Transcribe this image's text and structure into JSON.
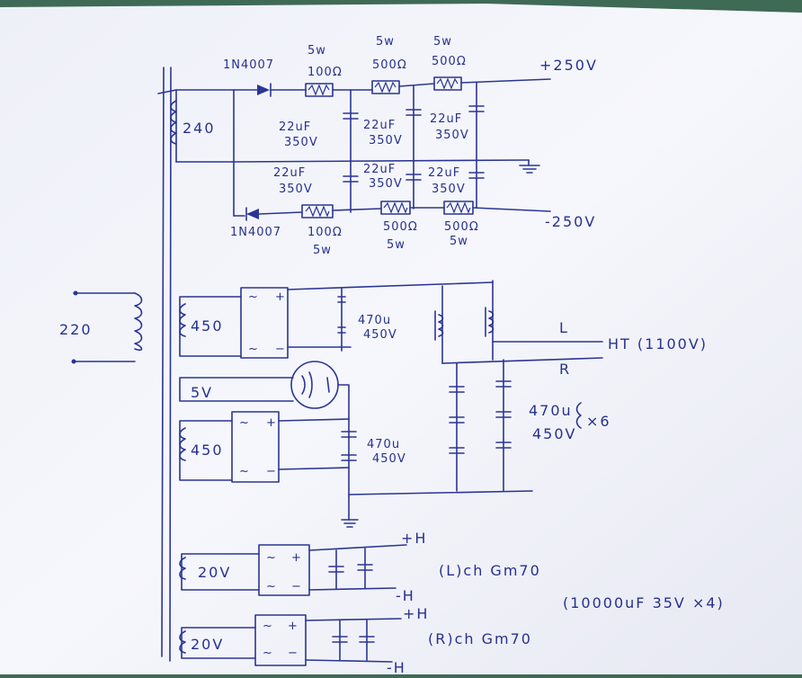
{
  "hv_section": {
    "diode_top": "1N4007",
    "diode_bottom": "1N4007",
    "power_top": [
      "5w",
      "5w",
      "5w"
    ],
    "power_bottom": [
      "5w",
      "5w",
      "5w"
    ],
    "res_top": [
      "100Ω",
      "500Ω",
      "500Ω"
    ],
    "res_bottom": [
      "100Ω",
      "500Ω",
      "500Ω"
    ],
    "out_pos": "+250V",
    "out_neg": "-250V",
    "winding": "240",
    "cap_top": [
      "22uF",
      "350V",
      "22uF",
      "350V",
      "22uF",
      "350V"
    ],
    "cap_bottom": [
      "22uF",
      "350V",
      "22uF",
      "350V",
      "22uF",
      "350V"
    ]
  },
  "primary": {
    "label": "220"
  },
  "ht_section": {
    "winding_1": "450",
    "winding_heater": "5V",
    "winding_2": "450",
    "cap_1": [
      "470u",
      "450V"
    ],
    "cap_2": [
      "470u",
      "450V"
    ],
    "bank_label": [
      "470u",
      "450V",
      "×6"
    ],
    "out_label": "HT (1100V)",
    "L": "L",
    "R": "R"
  },
  "lv_section": {
    "winding_1": "20V",
    "winding_2": "20V",
    "ch_1": "(L)ch Gm70",
    "ch_2": "(R)ch Gm70",
    "pos_1": "+H",
    "neg_1": "-H",
    "pos_2": "+H",
    "neg_2": "-H",
    "cap_note": "(10000uF 35V ×4)"
  },
  "colors": {
    "ink": "#2b3593",
    "paper": "#f3f4fb",
    "paper_edge": "#3f6a55"
  }
}
